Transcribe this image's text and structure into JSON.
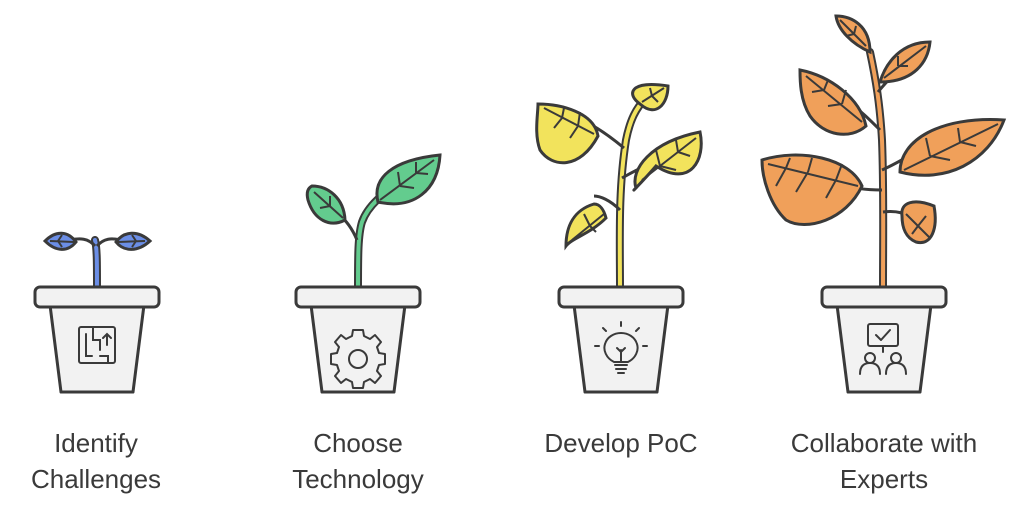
{
  "stages": [
    {
      "id": "identify",
      "lines": [
        "Identify",
        "Challenges"
      ],
      "icon": "maze-icon",
      "color": "#6b8ee6"
    },
    {
      "id": "choose",
      "lines": [
        "Choose",
        "Technology"
      ],
      "icon": "gear-icon",
      "color": "#63cc8e"
    },
    {
      "id": "develop",
      "lines": [
        "Develop PoC"
      ],
      "icon": "lightbulb-icon",
      "color": "#f2e35c"
    },
    {
      "id": "collaborate",
      "lines": [
        "Collaborate with",
        "Experts"
      ],
      "icon": "presentation-icon",
      "color": "#f0a05a"
    }
  ],
  "colors": {
    "outline": "#3a3a3a",
    "pot": "#f2f2f2",
    "text": "#3a3a3a"
  }
}
